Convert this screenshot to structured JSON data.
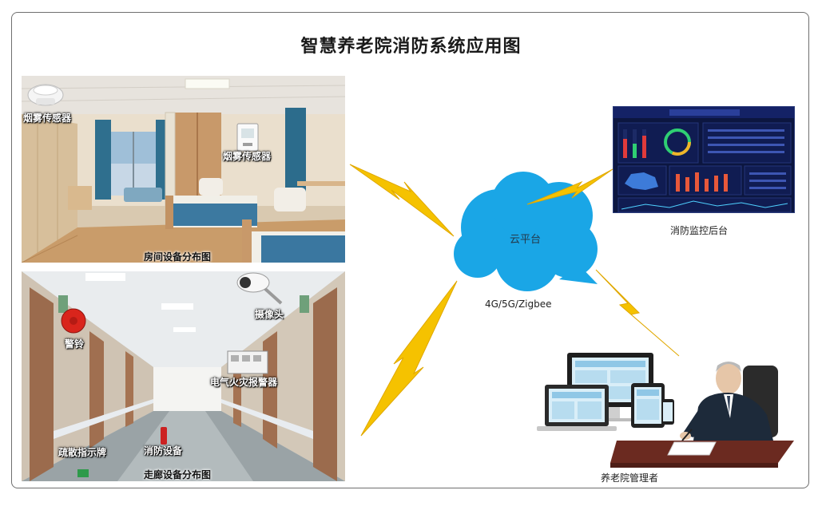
{
  "title": "智慧养老院消防系统应用图",
  "room_panel": {
    "caption": "房间设备分布图",
    "sensor_label_1": "烟雾传感器",
    "sensor_label_2": "烟雾传感器"
  },
  "hall_panel": {
    "caption": "走廊设备分布图",
    "alarm_bell_label": "警铃",
    "camera_label": "摄像头",
    "fire_alarm_label": "电气火灾报警器",
    "evac_sign_label": "疏散指示牌",
    "fire_equipment_label": "消防设备"
  },
  "cloud": {
    "label": "云平台",
    "network_label": "4G/5G/Zigbee"
  },
  "monitor": {
    "label": "消防监控后台"
  },
  "manager": {
    "label": "养老院管理者"
  },
  "colors": {
    "cloud": "#1aa6e6",
    "lightning": "#f5c200",
    "dashboard_bg": "#0c1640"
  }
}
